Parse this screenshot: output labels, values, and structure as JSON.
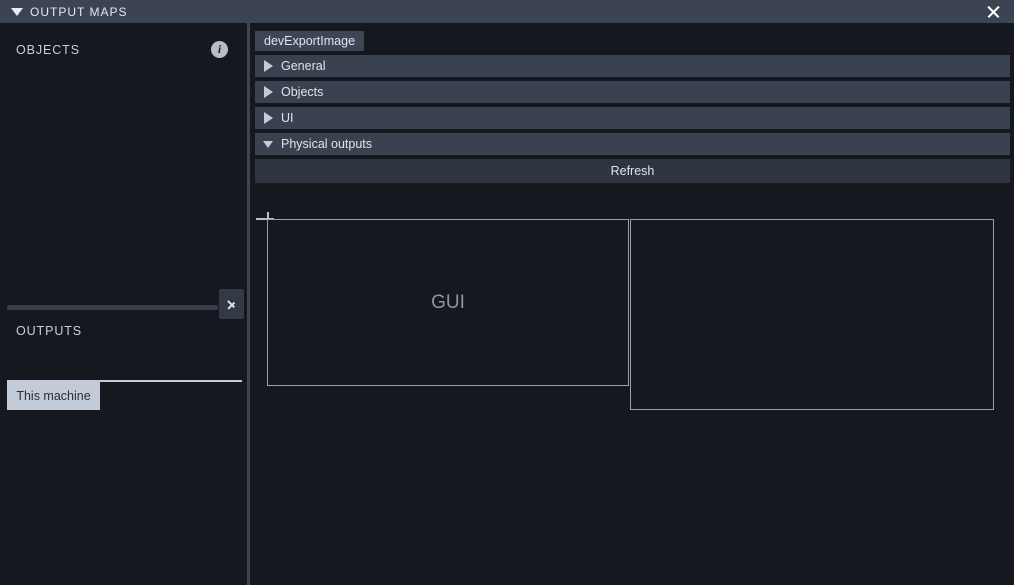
{
  "window": {
    "title": "OUTPUT MAPS",
    "caret_icon": "caret-down-icon",
    "close_icon": "close-icon"
  },
  "left_panel": {
    "objects_section": {
      "title": "OBJECTS",
      "info_icon": "info-icon"
    },
    "expand_button": {
      "icon": "chevron-right-icon"
    },
    "outputs_section": {
      "title": "OUTPUTS",
      "tabs": [
        {
          "label": "This machine",
          "selected": true
        }
      ]
    }
  },
  "right_panel": {
    "tabs": [
      {
        "label": "devExportImage",
        "selected": true
      }
    ],
    "accordion": [
      {
        "label": "General",
        "expanded": false,
        "caret_icon": "caret-right-icon"
      },
      {
        "label": "Objects",
        "expanded": false,
        "caret_icon": "caret-right-icon"
      },
      {
        "label": "UI",
        "expanded": false,
        "caret_icon": "caret-right-icon"
      },
      {
        "label": "Physical outputs",
        "expanded": true,
        "caret_icon": "caret-down-icon"
      }
    ],
    "refresh_button": {
      "label": "Refresh"
    },
    "canvas": {
      "origin_marker": "crosshair-origin-icon",
      "regions": [
        {
          "label": "GUI"
        },
        {
          "label": ""
        }
      ]
    }
  },
  "colors": {
    "window_background": "#16181f",
    "titlebar": "#3c4453",
    "panel_row": "#3a4150",
    "tab_active": "#3e4554",
    "refresh_row": "#2e3541",
    "text_primary": "#dfe4ec",
    "text_muted": "#8d95a2",
    "selected_tab_background": "#c3cbd8",
    "selected_tab_text": "#2a2f39",
    "outline": "#9aa1ad"
  }
}
